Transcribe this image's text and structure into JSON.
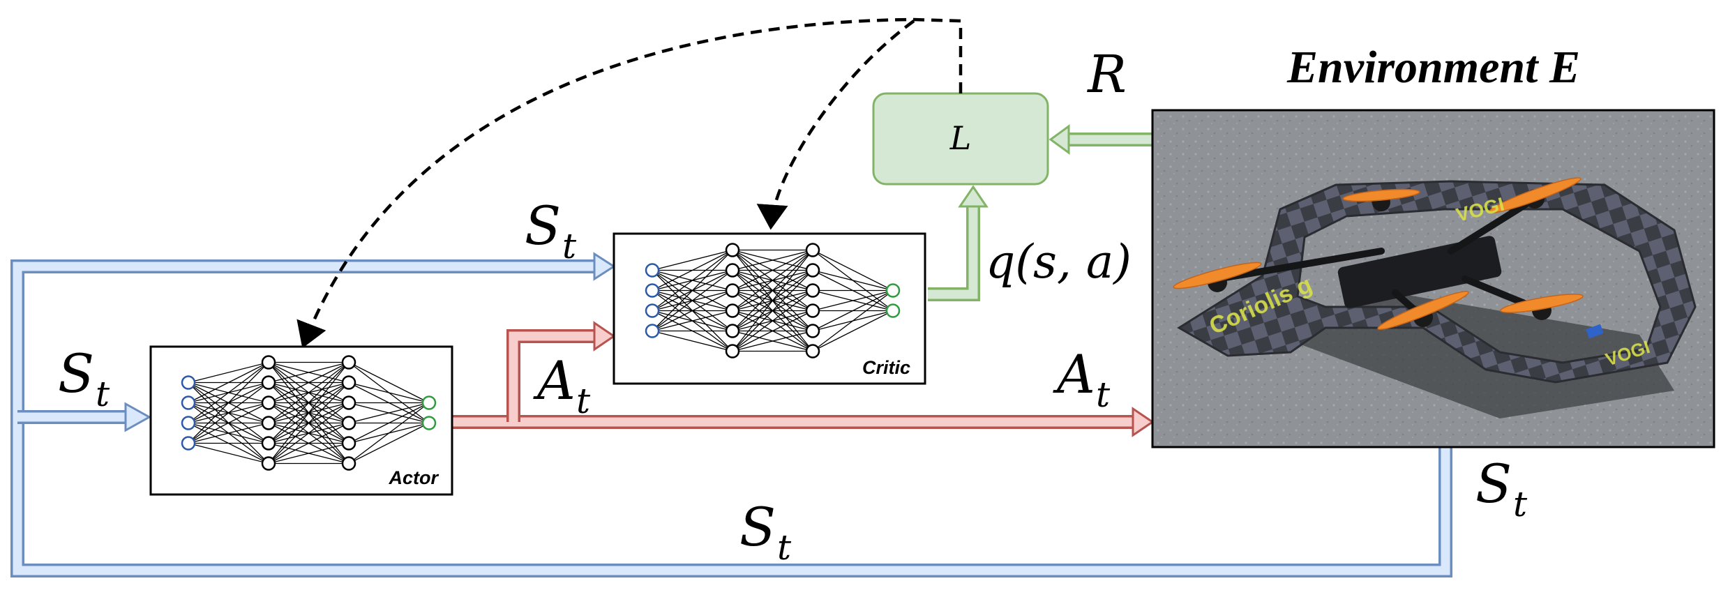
{
  "environment": {
    "title": "Environment E"
  },
  "reward": {
    "label": "R"
  },
  "loss": {
    "label": "L"
  },
  "critic": {
    "label": "Critic",
    "output_label": "q(s, a)"
  },
  "actor": {
    "label": "Actor"
  },
  "signals": {
    "state_base": "S",
    "state_sub": "t",
    "action_base": "A",
    "action_sub": "t"
  },
  "colors": {
    "state_arrow": "#6c8ebf",
    "state_fill": "#dae8fc",
    "action_arrow": "#b85450",
    "action_fill": "#f8cecc",
    "loss_arrow": "#82b366",
    "loss_fill": "#d5e8d4",
    "input_neuron": "#2b58a8",
    "output_neuron": "#2e9c3e"
  },
  "icons": {
    "environment_image": "quadrotor-drone-photo",
    "update_arrows": "dashed-curved-arrow"
  }
}
